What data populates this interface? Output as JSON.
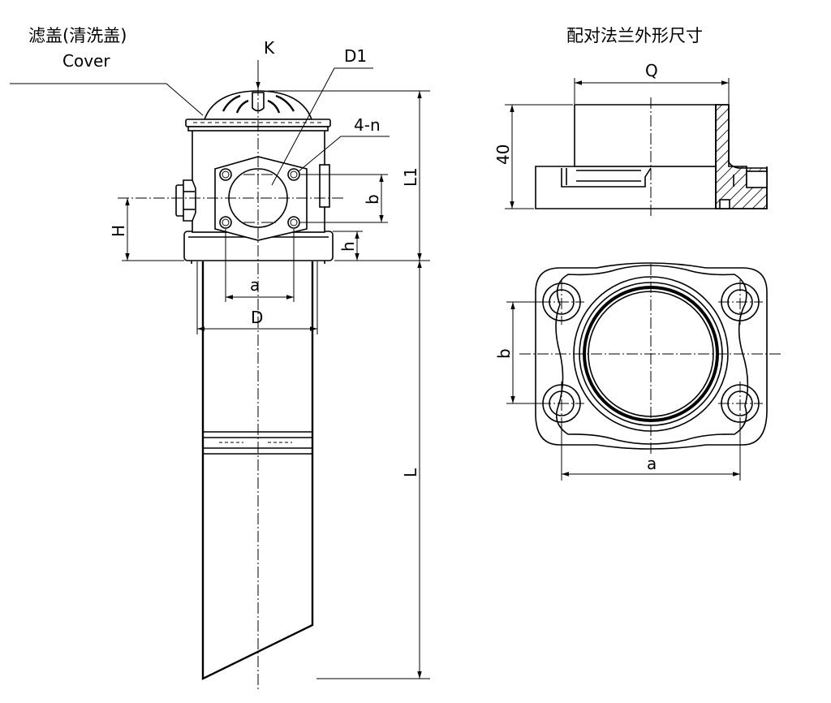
{
  "labels": {
    "cover_cn": "滤盖(清洗盖)",
    "cover_en": "Cover",
    "flange_title": "配对法兰外形尺寸",
    "k": "K",
    "d1": "D1",
    "n4": "4-n",
    "b_main": "b",
    "l1": "L1",
    "h_upper": "H",
    "h_lower": "h",
    "a_main": "a",
    "d": "D",
    "l": "L",
    "q": "Q",
    "forty": "40",
    "b_flange": "b",
    "a_flange": "a"
  }
}
